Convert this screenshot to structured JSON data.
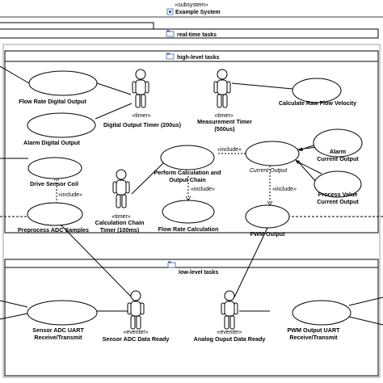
{
  "system": {
    "stereotype": "«subsystem»",
    "title": "Example System"
  },
  "packages": {
    "realtime": "real-time tasks",
    "highlevel": "high-level tasks",
    "lowlevel": "low-level tasks"
  },
  "usecases": {
    "flow_rate_digital_output": "Flow Rate Digital Output",
    "alarm_digital_output": "Alarm Digital Output",
    "drive_sensor_coil": "Drive Sensor Coil",
    "preprocess_adc_samples": "Preprocess ADC Samples",
    "calculate_raw_flow_velocity": "Calculate Raw Flow Velocity",
    "perform_calculation_line1": "Perform Calculation and",
    "perform_calculation_line2": "Output Chain",
    "flow_rate_calculation": "Flow Rate Calculation",
    "current_output": "Current Output",
    "alarm_current_output_line1": "Alarm",
    "alarm_current_output_line2": "Current Output",
    "process_value_line1": "Process Value",
    "process_value_line2": "Current Output",
    "pwm_output": "PWM Output",
    "sensor_adc_uart_line1": "Sensor ADC UART",
    "sensor_adc_uart_line2": "Receive/Transmit",
    "pwm_output_uart_line1": "PWM Output UART",
    "pwm_output_uart_line2": "Receive/Transmit"
  },
  "actors": {
    "digital_output_timer": {
      "stereotype": "«timer»",
      "name": "Digital Output Timer (200us)"
    },
    "measurement_timer": {
      "stereotype": "«timer»",
      "line1": "Measurement Timer",
      "line2": "(500us)"
    },
    "calculation_chain_timer": {
      "stereotype": "«timer»",
      "line1": "Calculation Chain",
      "line2": "Timer (100ms)"
    },
    "sensor_adc_data_ready": {
      "stereotype": "«eventer»",
      "name": "Sensor ADC Data Ready"
    },
    "analog_output_data_ready": {
      "stereotype": "«eventer»",
      "name": "Analog Ouput Data Ready"
    }
  },
  "relations": {
    "include": "«include»"
  }
}
